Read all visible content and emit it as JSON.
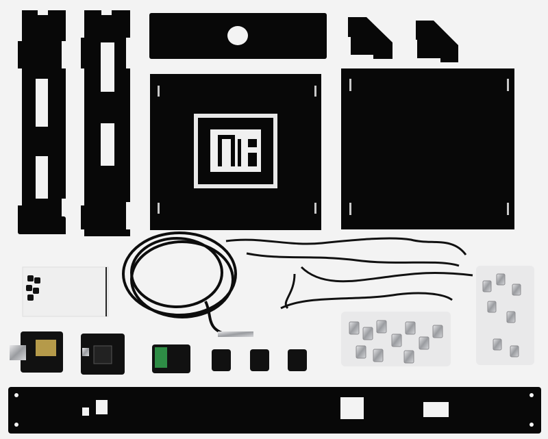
{
  "photo": {
    "background_color": "#f3f3f3",
    "part_color": "#080808",
    "logo_text": "TF"
  },
  "parts": [
    {
      "id": "side-rail-left",
      "kind": "acrylic-panel"
    },
    {
      "id": "side-rail-right",
      "kind": "acrylic-panel"
    },
    {
      "id": "top-plate-with-hole",
      "kind": "acrylic-panel"
    },
    {
      "id": "corner-bracket-left",
      "kind": "acrylic-panel"
    },
    {
      "id": "corner-bracket-right",
      "kind": "acrylic-panel"
    },
    {
      "id": "front-panel-logo",
      "kind": "acrylic-panel"
    },
    {
      "id": "back-panel-plain",
      "kind": "acrylic-panel"
    },
    {
      "id": "coiled-cable",
      "kind": "cable"
    },
    {
      "id": "twisted-wires",
      "kind": "cable"
    },
    {
      "id": "rubber-feet-bag",
      "kind": "bag"
    },
    {
      "id": "screw-bags",
      "kind": "hardware"
    },
    {
      "id": "ethernet-master-brick",
      "kind": "pcb"
    },
    {
      "id": "usb-master-brick",
      "kind": "pcb"
    },
    {
      "id": "terminal-bricklet",
      "kind": "pcb"
    },
    {
      "id": "small-bricklets",
      "kind": "pcb"
    },
    {
      "id": "bottom-rack-plate",
      "kind": "acrylic-panel"
    }
  ]
}
